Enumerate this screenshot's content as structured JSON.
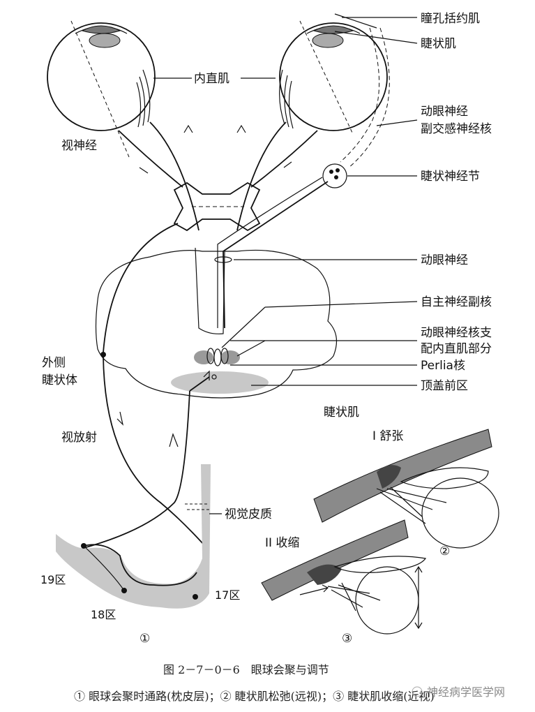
{
  "labels": {
    "pupil_sphincter": "瞳孔括约肌",
    "ciliary_muscle": "睫状肌",
    "medial_rectus": "内直肌",
    "optic_nerve": "视神经",
    "oculomotor_parasympathetic_nucleus": "动眼神经\n副交感神经核",
    "ciliary_ganglion": "睫状神经节",
    "oculomotor_nerve": "动眼神经",
    "autonomic_accessory_nucleus": "自主神经副核",
    "oculomotor_medial_rectus_part": "动眼神经核支\n配内直肌部分",
    "perlia_nucleus": "Perlia核",
    "pretectal_area": "顶盖前区",
    "lateral_geniculate_body": "外侧\n睫状体",
    "optic_radiation": "视放射",
    "visual_cortex": "视觉皮质",
    "area_19": "19区",
    "area_18": "18区",
    "area_17": "17区",
    "ciliary_muscle_title": "睫状肌",
    "relaxed": "I 舒张",
    "contracted": "II 收缩",
    "panel_1": "①",
    "panel_2": "②",
    "panel_3": "③"
  },
  "caption": {
    "title": "图 2－7－0－6　眼球会聚与调节",
    "subtitle": "① 眼球会聚时通路(枕皮层)；② 睫状肌松弛(远视)；③ 睫状肌收缩(近视)"
  },
  "watermark": "神经病学医学网",
  "colors": {
    "ink": "#111111",
    "shade": "#9a9a9a",
    "light_shade": "#c8c8c8"
  }
}
